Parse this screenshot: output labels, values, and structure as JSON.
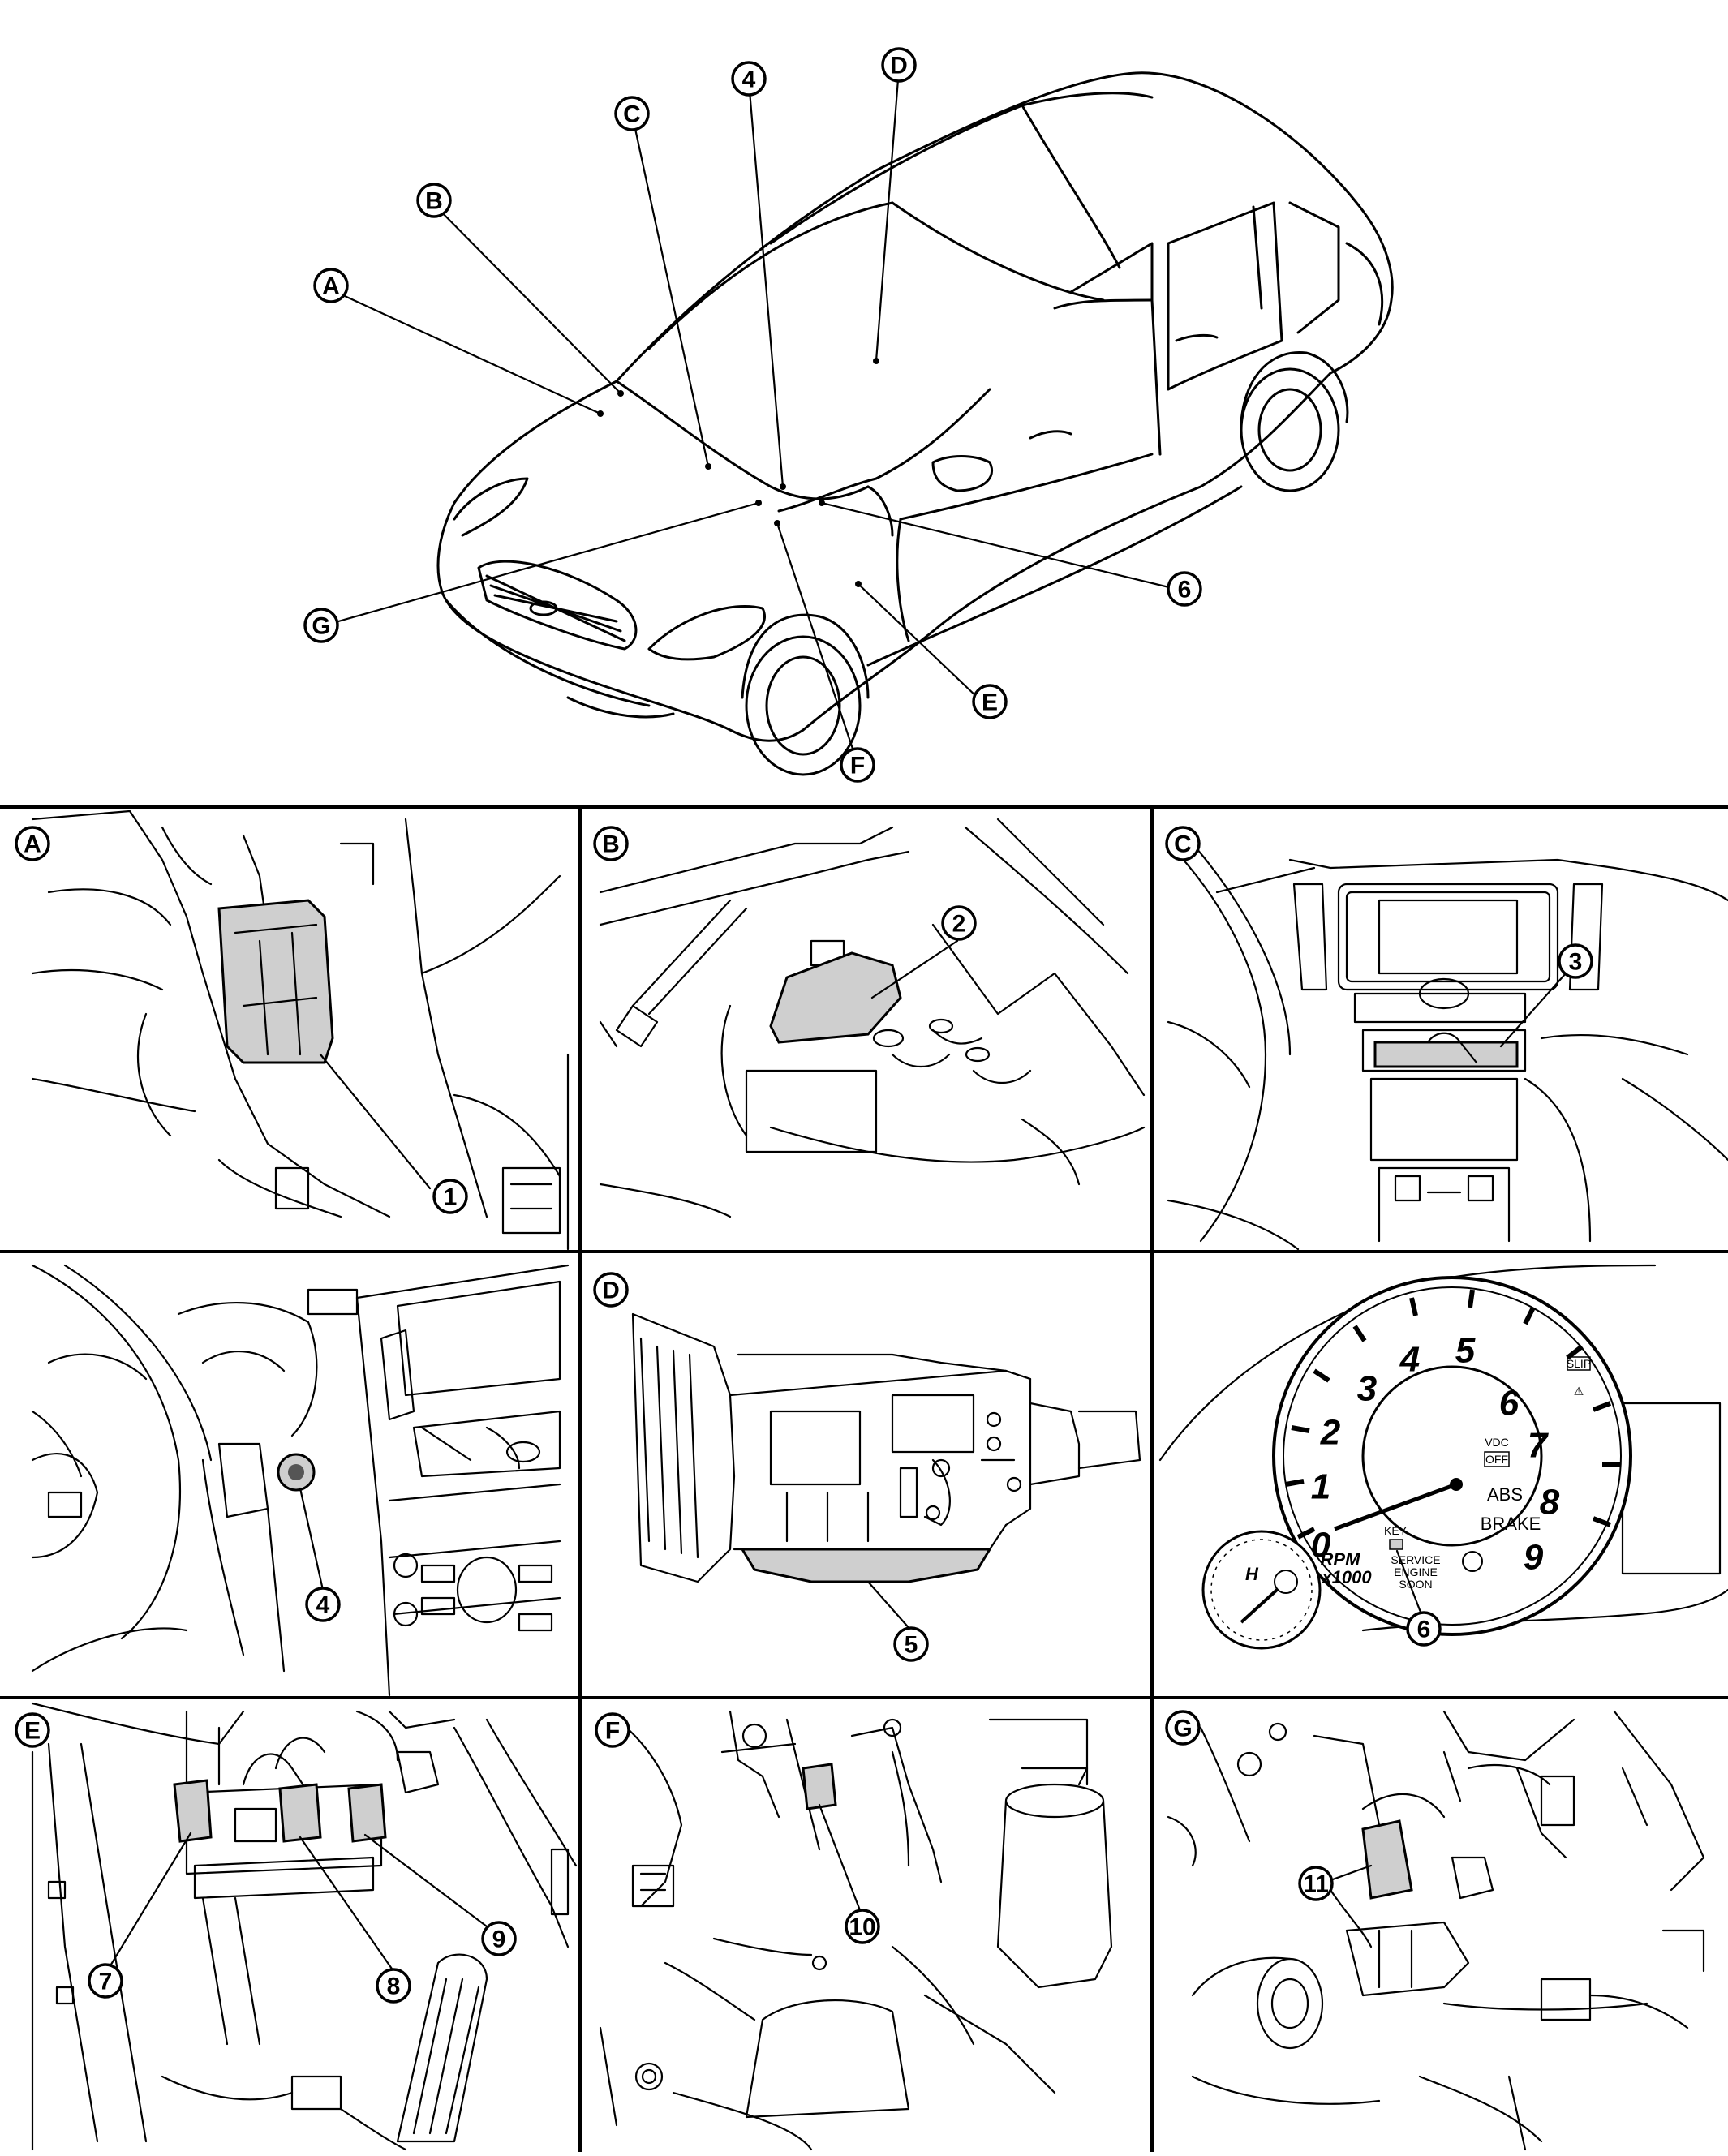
{
  "overview": {
    "callouts": [
      "A",
      "B",
      "C",
      "D",
      "E",
      "F",
      "G"
    ],
    "numbered_callouts": [
      "4",
      "6"
    ]
  },
  "panels": [
    {
      "id": "A",
      "label": "A",
      "parts": [
        "1"
      ]
    },
    {
      "id": "B",
      "label": "B",
      "parts": [
        "2"
      ]
    },
    {
      "id": "C",
      "label": "C",
      "parts": [
        "3"
      ]
    },
    {
      "id": "steering",
      "label": "",
      "parts": [
        "4"
      ]
    },
    {
      "id": "D",
      "label": "D",
      "parts": [
        "5"
      ]
    },
    {
      "id": "meter",
      "label": "",
      "parts": [
        "6"
      ]
    },
    {
      "id": "E",
      "label": "E",
      "parts": [
        "7",
        "8",
        "9"
      ]
    },
    {
      "id": "F",
      "label": "F",
      "parts": [
        "10"
      ]
    },
    {
      "id": "G",
      "label": "G",
      "parts": [
        "11"
      ]
    }
  ],
  "meter": {
    "dial_numbers": [
      "0",
      "1",
      "2",
      "3",
      "4",
      "5",
      "6",
      "7",
      "8",
      "9"
    ],
    "rpm_label": "RPM",
    "rpm_unit": "x1000",
    "abs": "ABS",
    "brake": "BRAKE",
    "vdc": "VDC",
    "vdc_off": "OFF",
    "slip": "SLIP",
    "key": "KEY",
    "service_1": "SERVICE",
    "service_2": "ENGINE",
    "service_3": "SOON",
    "temp_h": "H"
  }
}
